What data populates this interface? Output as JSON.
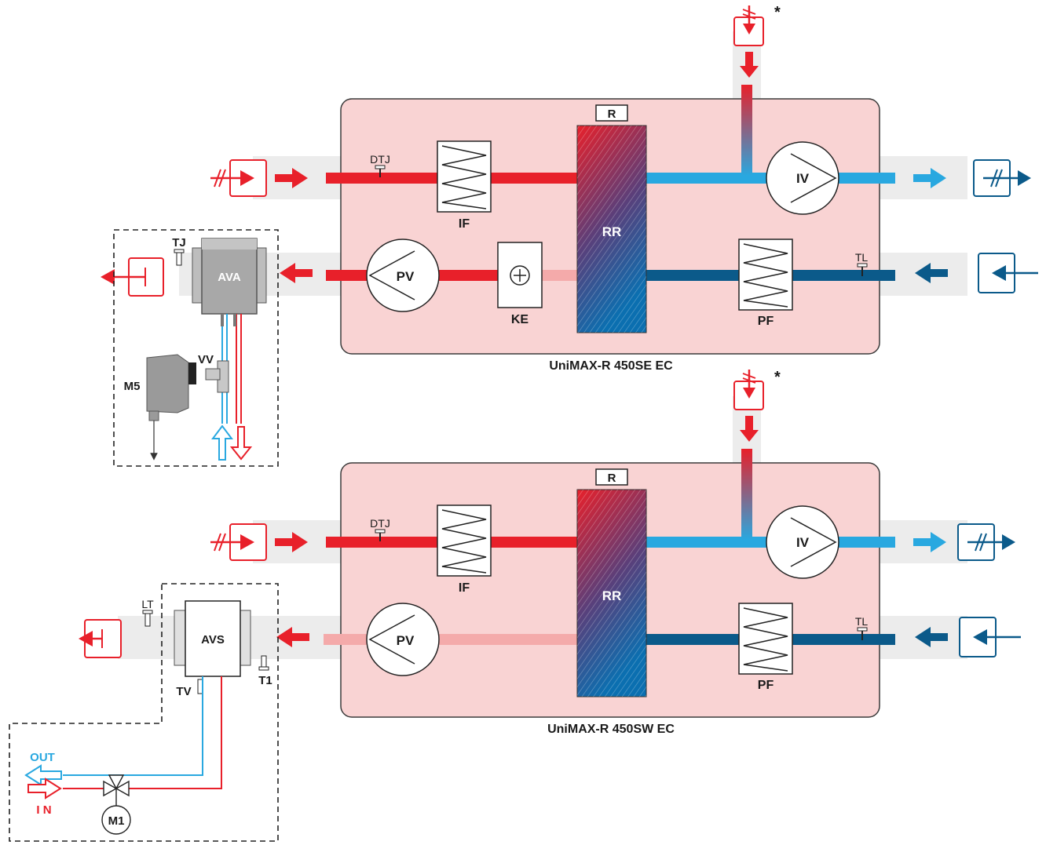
{
  "units": [
    {
      "id": "se",
      "title": "UniMAX-R 450SE EC",
      "exchanger": "R",
      "exchanger_body": "RR",
      "supply_filter": "IF",
      "exhaust_filter": "PF",
      "supply_fan": "IV",
      "exhaust_fan": "PV",
      "heater": "KE",
      "sensor_supply": "DTJ",
      "sensor_extract": "TL",
      "intake_star": "*"
    },
    {
      "id": "sw",
      "title": "UniMAX-R 450SW EC",
      "exchanger": "R",
      "exchanger_body": "RR",
      "supply_filter": "IF",
      "exhaust_filter": "PF",
      "supply_fan": "IV",
      "exhaust_fan": "PV",
      "sensor_supply": "DTJ",
      "sensor_extract": "TL",
      "intake_star": "*"
    }
  ],
  "ava_module": {
    "heater": "AVA",
    "sensor": "TJ",
    "valve": "VV",
    "actuator": "M5"
  },
  "avs_module": {
    "heater": "AVS",
    "sensor_duct": "LT",
    "sensor_return": "T1",
    "sensor_water": "TV",
    "out_label": "OUT",
    "in_label": "I N",
    "motor": "M1"
  },
  "colors": {
    "hot_red": "#e8202a",
    "cold_blue": "#29a8e0",
    "dark_blue": "#0b5a8a",
    "pink_fill": "#f9d3d3",
    "light_pink_duct": "#f4aaaa",
    "duct_grey": "#ececec"
  }
}
